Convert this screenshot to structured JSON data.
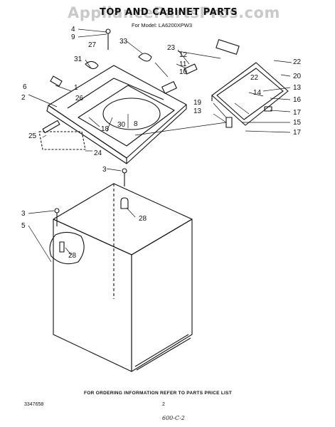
{
  "watermark": "AppliancePartsPros.com",
  "title": "TOP AND CABINET PARTS",
  "model": "For Model: LA6200XPW3",
  "footer": "FOR ORDERING INFORMATION REFER TO PARTS PRICE LIST",
  "doc_number": "3347658",
  "page_number": "2",
  "handwritten": "600-C-2",
  "callouts": [
    "4",
    "9",
    "27",
    "33",
    "23",
    "12",
    "11",
    "10",
    "22",
    "20",
    "31",
    "22",
    "13",
    "6",
    "1",
    "14",
    "2",
    "26",
    "16",
    "19",
    "13",
    "8",
    "30",
    "18",
    "17",
    "15",
    "25",
    "17",
    "24",
    "3",
    "3",
    "28",
    "5",
    "28"
  ]
}
